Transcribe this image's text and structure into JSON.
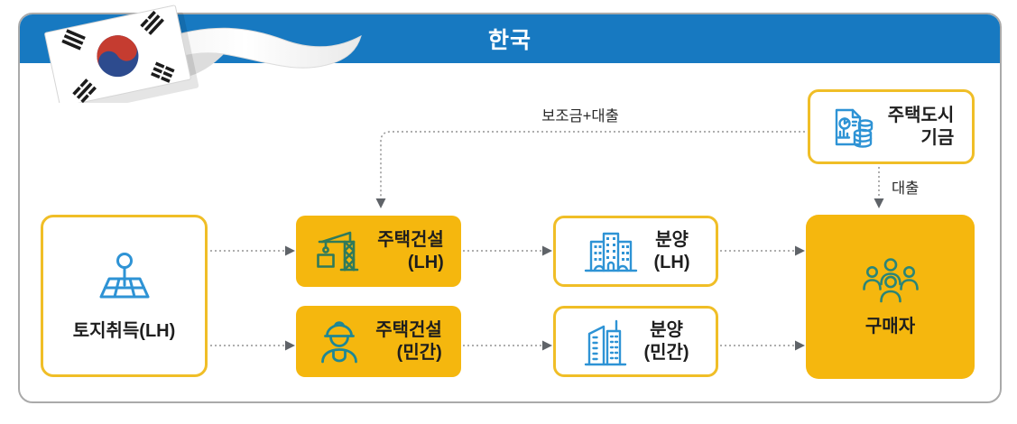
{
  "header": {
    "title": "한국",
    "flag_icon": "korean-flag-ribbon"
  },
  "nodes": {
    "land": {
      "label": "토지취득(LH)",
      "icon": "map-pin-icon"
    },
    "build_lh": {
      "line1": "주택건설",
      "line2": "(LH)",
      "icon": "tower-crane-icon"
    },
    "build_private": {
      "line1": "주택건설",
      "line2": "(민간)",
      "icon": "construction-worker-icon"
    },
    "sale_lh": {
      "line1": "분양",
      "line2": "(LH)",
      "icon": "apartment-buildings-icon"
    },
    "sale_private": {
      "line1": "분양",
      "line2": "(민간)",
      "icon": "highrise-buildings-icon"
    },
    "buyer": {
      "label": "구매자",
      "icon": "people-group-icon"
    },
    "fund": {
      "line1": "주택도시",
      "line2": "기금",
      "icon": "report-and-coins-icon"
    }
  },
  "edges": {
    "subsidy_loan_label": "보조금+대출",
    "loan_label": "대출"
  },
  "colors": {
    "banner_blue": "#1779C1",
    "box_yellow": "#F5B70E",
    "box_border_yellow": "#F0BE27",
    "icon_blue": "#2E93D5",
    "icon_teal": "#1E8795",
    "icon_green": "#2F7A5B",
    "icon_people_teal": "#2A8577",
    "connector_gray": "#949494",
    "arrowhead_gray": "#5F6368",
    "flag_red": "#C53C30",
    "flag_blue": "#2D4B8E",
    "text_dark": "#1E1E1E"
  }
}
